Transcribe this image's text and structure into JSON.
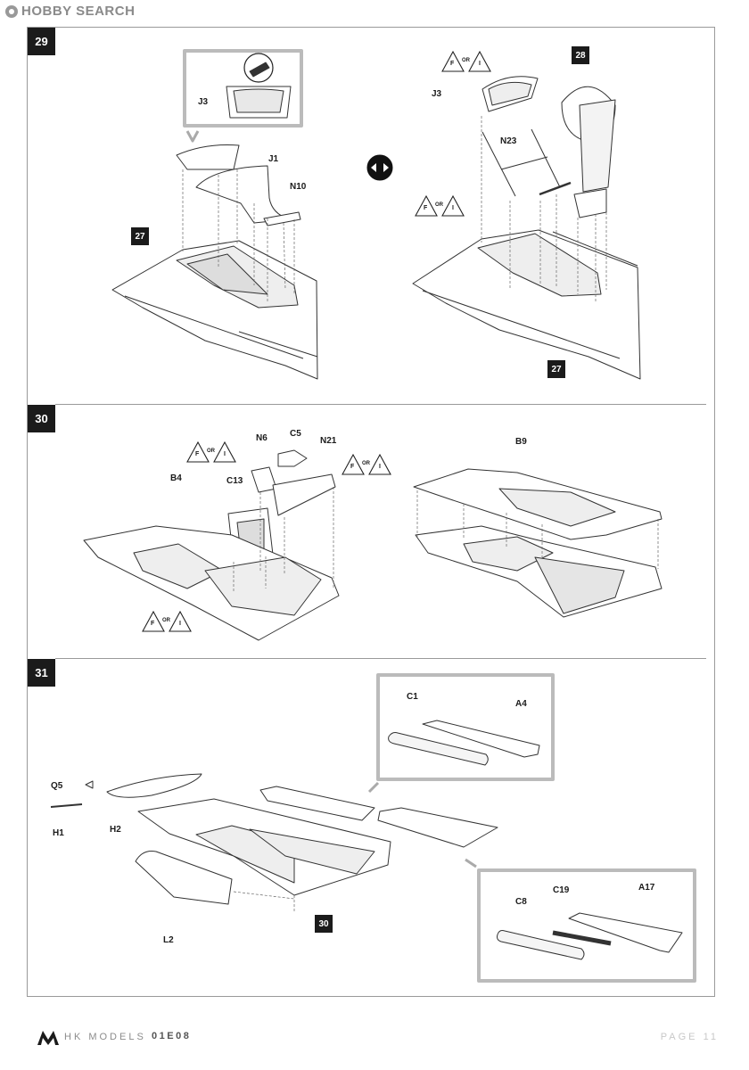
{
  "watermark": {
    "text": "HOBBY SEARCH"
  },
  "steps": [
    {
      "number": "29",
      "labels": [
        "J3",
        "J1",
        "N10",
        "J3",
        "N23"
      ],
      "refs": [
        "27",
        "28",
        "27"
      ]
    },
    {
      "number": "30",
      "labels": [
        "B4",
        "C13",
        "N6",
        "C5",
        "N21",
        "B9"
      ]
    },
    {
      "number": "31",
      "labels": [
        "Q5",
        "H1",
        "H2",
        "L2",
        "C1",
        "A4",
        "C8",
        "C19",
        "A17"
      ],
      "refs": [
        "30"
      ]
    }
  ],
  "option_sign": {
    "left": "F",
    "mid": "OR",
    "right": "I"
  },
  "footer": {
    "brand": "HK MODELS",
    "code": "01E08",
    "page": "PAGE 11"
  }
}
